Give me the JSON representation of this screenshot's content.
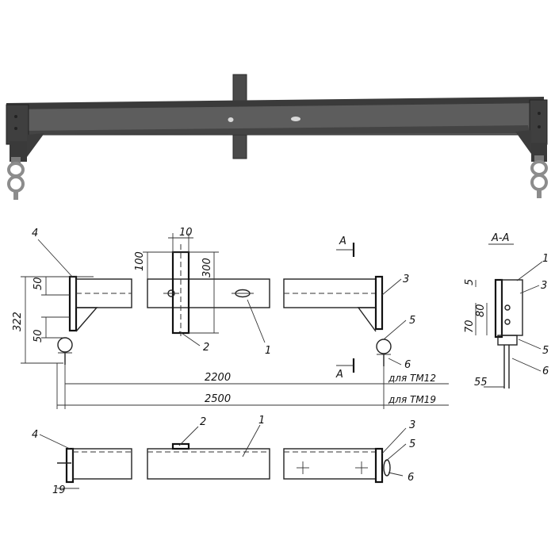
{
  "dimensions": {
    "flange_width": "10",
    "top_offset": "100",
    "post_height": "300",
    "overall_height": "322",
    "upper_gap": "50",
    "lower_gap": "50",
    "span_tm12": "2200",
    "span_tm19": "2500",
    "section_top": "5",
    "section_mid": "70",
    "section_low": "80",
    "section_foot": "55",
    "plan_end": "19"
  },
  "notes": {
    "for_tm12": "для ТМ12",
    "for_tm19": "для ТМ19",
    "section_title": "А-А",
    "section_mark": "А"
  },
  "parts": {
    "p1": "1",
    "p2": "2",
    "p3": "3",
    "p4": "4",
    "p5": "5",
    "p6": "6"
  },
  "colors": {
    "beam": "#3c3c3c",
    "beam_light": "#6a6a6a",
    "ink": "#222222",
    "shackle": "#9a9a9a"
  }
}
